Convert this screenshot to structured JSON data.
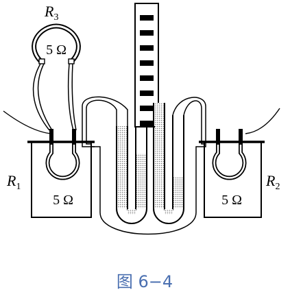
{
  "figure": {
    "labels": {
      "r1": "R",
      "r1_sub": "1",
      "r2": "R",
      "r2_sub": "2",
      "r3": "R",
      "r3_sub": "3",
      "res_left": "5 Ω",
      "res_right": "5 Ω",
      "res_top": "5 Ω"
    },
    "caption": "图 6−4",
    "colors": {
      "ink": "#000000",
      "liquid": "#c8c8c8",
      "caption": "#4a6fb0"
    }
  }
}
